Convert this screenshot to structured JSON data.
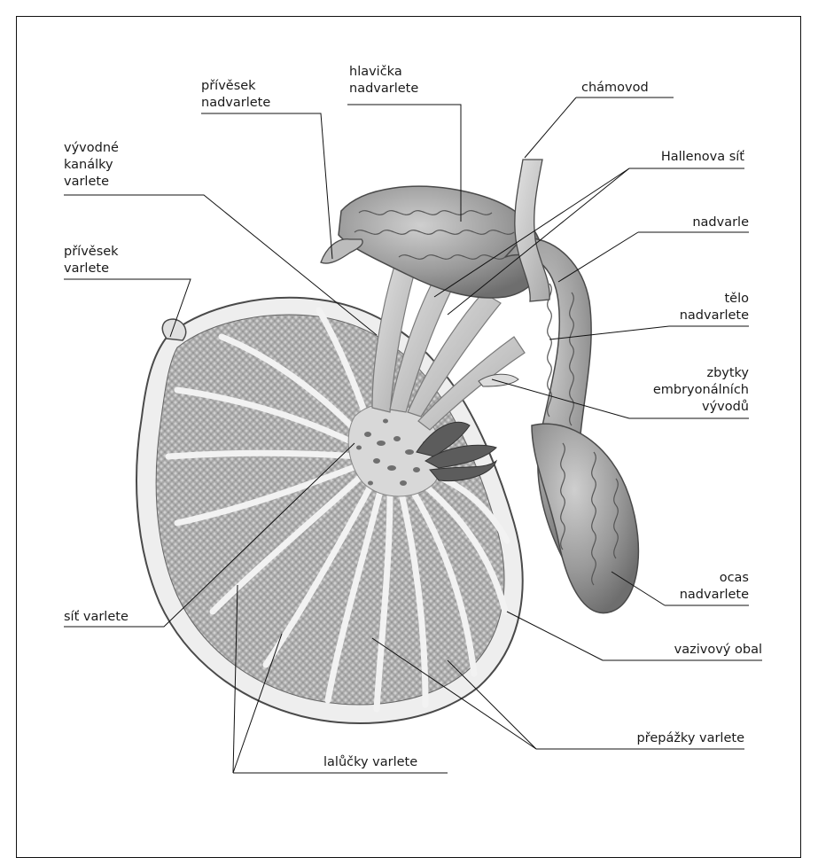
{
  "labels": {
    "privesek_nadvarlete": "přívěsek\nnadvarlete",
    "hlavicka_nadvarlete": "hlavička\nnadvarlete",
    "chamovod": "chámovod",
    "vyvodne_kanalky": "vývodné\nkanálky\nvarlete",
    "hallenova_sit": "Hallenova síť",
    "privesek_varlete": "přívěsek\nvarlete",
    "nadvarle": "nadvarle",
    "telo_nadvarlete": "tělo\nnadvarlete",
    "zbytky": "zbytky\nembryonálních\nvývodů",
    "ocas_nadvarlete": "ocas\nnadvarlete",
    "sit_varlete": "síť varlete",
    "vazivovy_obal": "vazivový obal",
    "prepazky_varlete": "přepážky varlete",
    "lalucky_varlete": "lalůčky varlete"
  },
  "colors": {
    "tissue_light": "#e4e4e4",
    "tissue_mid": "#b5b5b5",
    "tissue_dark": "#7a7a7a",
    "outline": "#4a4a4a",
    "text": "#1a1a1a"
  }
}
